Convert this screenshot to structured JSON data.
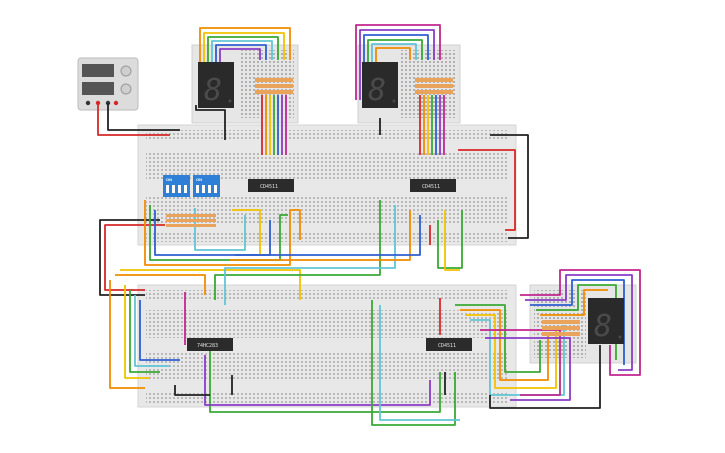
{
  "circuit": {
    "chips": [
      {
        "id": "chip-top-left",
        "label": "CD4511"
      },
      {
        "id": "chip-top-right",
        "label": "CD4511"
      },
      {
        "id": "chip-bottom-left",
        "label": "74HC283"
      },
      {
        "id": "chip-bottom-right",
        "label": "CD4511"
      }
    ],
    "dip_switches": [
      {
        "id": "dip-left",
        "label": "ON"
      },
      {
        "id": "dip-right",
        "label": "ON"
      }
    ],
    "displays": [
      {
        "id": "seg-display-top-left",
        "digit": "8"
      },
      {
        "id": "seg-display-top-right",
        "digit": "8"
      },
      {
        "id": "seg-display-bottom-right",
        "digit": "8"
      }
    ],
    "colors": {
      "board": "#e8e8e8",
      "chip": "#2b2b2b",
      "dip": "#2f7fd6",
      "display": "#2a2a2a",
      "wire_red": "#d62828",
      "wire_black": "#222222",
      "wire_orange": "#f08c00",
      "wire_yellow": "#f2c200",
      "wire_green": "#3aa935",
      "wire_cyan": "#62c5d6",
      "wire_blue": "#2f5fd0",
      "wire_purple": "#8a3bc7",
      "wire_magenta": "#c2268f"
    }
  }
}
